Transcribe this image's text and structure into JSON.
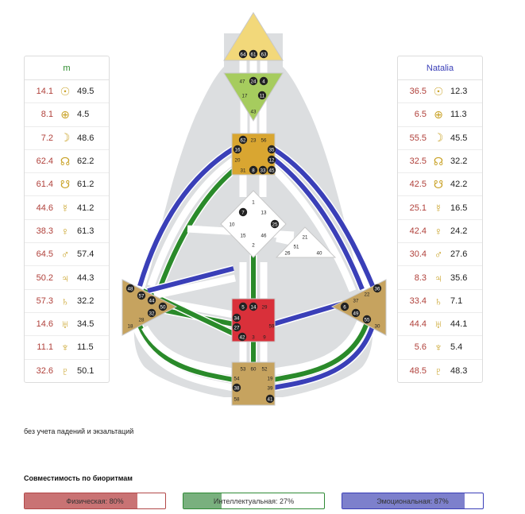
{
  "colors": {
    "person_a": "#2a8a2a",
    "person_b": "#3a3fb8",
    "line_value": "#b0403a",
    "planet_symbol": "#c9a227",
    "physical": "#c97374",
    "intellectual": "#79b07e",
    "emotional": "#7d80cc"
  },
  "left_table": {
    "name": "m",
    "rows": [
      {
        "value": "14.1",
        "icon": "sun-icon",
        "glyph": "☉",
        "gate": "49.5"
      },
      {
        "value": "8.1",
        "icon": "earth-icon",
        "glyph": "⊕",
        "gate": "4.5"
      },
      {
        "value": "7.2",
        "icon": "moon-icon",
        "glyph": "☽",
        "gate": "48.6"
      },
      {
        "value": "62.4",
        "icon": "north-node-icon",
        "glyph": "☊",
        "gate": "62.2"
      },
      {
        "value": "61.4",
        "icon": "south-node-icon",
        "glyph": "☋",
        "gate": "61.2"
      },
      {
        "value": "44.6",
        "icon": "mercury-icon",
        "glyph": "☿",
        "gate": "41.2"
      },
      {
        "value": "38.3",
        "icon": "venus-icon",
        "glyph": "♀",
        "gate": "61.3"
      },
      {
        "value": "64.5",
        "icon": "mars-icon",
        "glyph": "♂",
        "gate": "57.4"
      },
      {
        "value": "50.2",
        "icon": "jupiter-icon",
        "glyph": "♃",
        "gate": "44.3"
      },
      {
        "value": "57.3",
        "icon": "saturn-icon",
        "glyph": "♄",
        "gate": "32.2"
      },
      {
        "value": "14.6",
        "icon": "uranus-icon",
        "glyph": "♅",
        "gate": "34.5"
      },
      {
        "value": "11.1",
        "icon": "neptune-icon",
        "glyph": "♆",
        "gate": "11.5"
      },
      {
        "value": "32.6",
        "icon": "pluto-icon",
        "glyph": "♇",
        "gate": "50.1"
      }
    ]
  },
  "right_table": {
    "name": "Natalia",
    "rows": [
      {
        "value": "36.5",
        "icon": "sun-icon",
        "glyph": "☉",
        "gate": "12.3"
      },
      {
        "value": "6.5",
        "icon": "earth-icon",
        "glyph": "⊕",
        "gate": "11.3"
      },
      {
        "value": "55.5",
        "icon": "moon-icon",
        "glyph": "☽",
        "gate": "45.5"
      },
      {
        "value": "32.5",
        "icon": "north-node-icon",
        "glyph": "☊",
        "gate": "32.2"
      },
      {
        "value": "42.5",
        "icon": "south-node-icon",
        "glyph": "☋",
        "gate": "42.2"
      },
      {
        "value": "25.1",
        "icon": "mercury-icon",
        "glyph": "☿",
        "gate": "16.5"
      },
      {
        "value": "42.4",
        "icon": "venus-icon",
        "glyph": "♀",
        "gate": "24.2"
      },
      {
        "value": "30.4",
        "icon": "mars-icon",
        "glyph": "♂",
        "gate": "27.6"
      },
      {
        "value": "8.3",
        "icon": "jupiter-icon",
        "glyph": "♃",
        "gate": "35.6"
      },
      {
        "value": "33.4",
        "icon": "saturn-icon",
        "glyph": "♄",
        "gate": "7.1"
      },
      {
        "value": "44.4",
        "icon": "uranus-icon",
        "glyph": "♅",
        "gate": "44.1"
      },
      {
        "value": "5.6",
        "icon": "neptune-icon",
        "glyph": "♆",
        "gate": "5.4"
      },
      {
        "value": "48.5",
        "icon": "pluto-icon",
        "glyph": "♇",
        "gate": "48.3"
      }
    ]
  },
  "centers": [
    {
      "id": "head",
      "color": "#f2d87a",
      "gates": [
        "64",
        "61",
        "63"
      ],
      "active": [
        "64",
        "61",
        "63"
      ]
    },
    {
      "id": "ajna",
      "color": "#a6cc5e",
      "gates": [
        "47",
        "24",
        "4",
        "17",
        "11",
        "43"
      ],
      "active": [
        "24",
        "4",
        "11"
      ]
    },
    {
      "id": "throat",
      "color": "#d9a631",
      "gates": [
        "62",
        "23",
        "56",
        "16",
        "35",
        "20",
        "12",
        "31",
        "8",
        "33",
        "45"
      ],
      "active": [
        "62",
        "16",
        "35",
        "12",
        "8",
        "33",
        "45"
      ]
    },
    {
      "id": "g",
      "color": "#ffffff",
      "gates": [
        "1",
        "7",
        "13",
        "10",
        "25",
        "15",
        "46",
        "2"
      ],
      "active": [
        "7",
        "25"
      ]
    },
    {
      "id": "heart",
      "color": "#ffffff",
      "gates": [
        "21",
        "51",
        "26",
        "40"
      ],
      "active": []
    },
    {
      "id": "spleen",
      "color": "#c6a35f",
      "gates": [
        "48",
        "57",
        "44",
        "50",
        "32",
        "28",
        "18"
      ],
      "active": [
        "48",
        "57",
        "44",
        "50",
        "32"
      ]
    },
    {
      "id": "sacral",
      "color": "#d9303a",
      "gates": [
        "5",
        "14",
        "29",
        "34",
        "27",
        "59",
        "42",
        "3",
        "9"
      ],
      "active": [
        "5",
        "14",
        "34",
        "27",
        "42"
      ]
    },
    {
      "id": "solar",
      "color": "#c6a35f",
      "gates": [
        "36",
        "22",
        "37",
        "6",
        "49",
        "55",
        "30"
      ],
      "active": [
        "36",
        "6",
        "49",
        "55"
      ]
    },
    {
      "id": "root",
      "color": "#c6a35f",
      "gates": [
        "53",
        "60",
        "52",
        "54",
        "19",
        "38",
        "39",
        "58",
        "41"
      ],
      "active": [
        "38",
        "41"
      ]
    }
  ],
  "note": "без учета падений и экзальтаций",
  "compat": {
    "title": "Совместимость по биоритмам",
    "bars": [
      {
        "label": "Физическая: 80%",
        "percent": 80
      },
      {
        "label": "Интеллектуальная: 27%",
        "percent": 27
      },
      {
        "label": "Эмоциональная: 87%",
        "percent": 87
      }
    ]
  }
}
